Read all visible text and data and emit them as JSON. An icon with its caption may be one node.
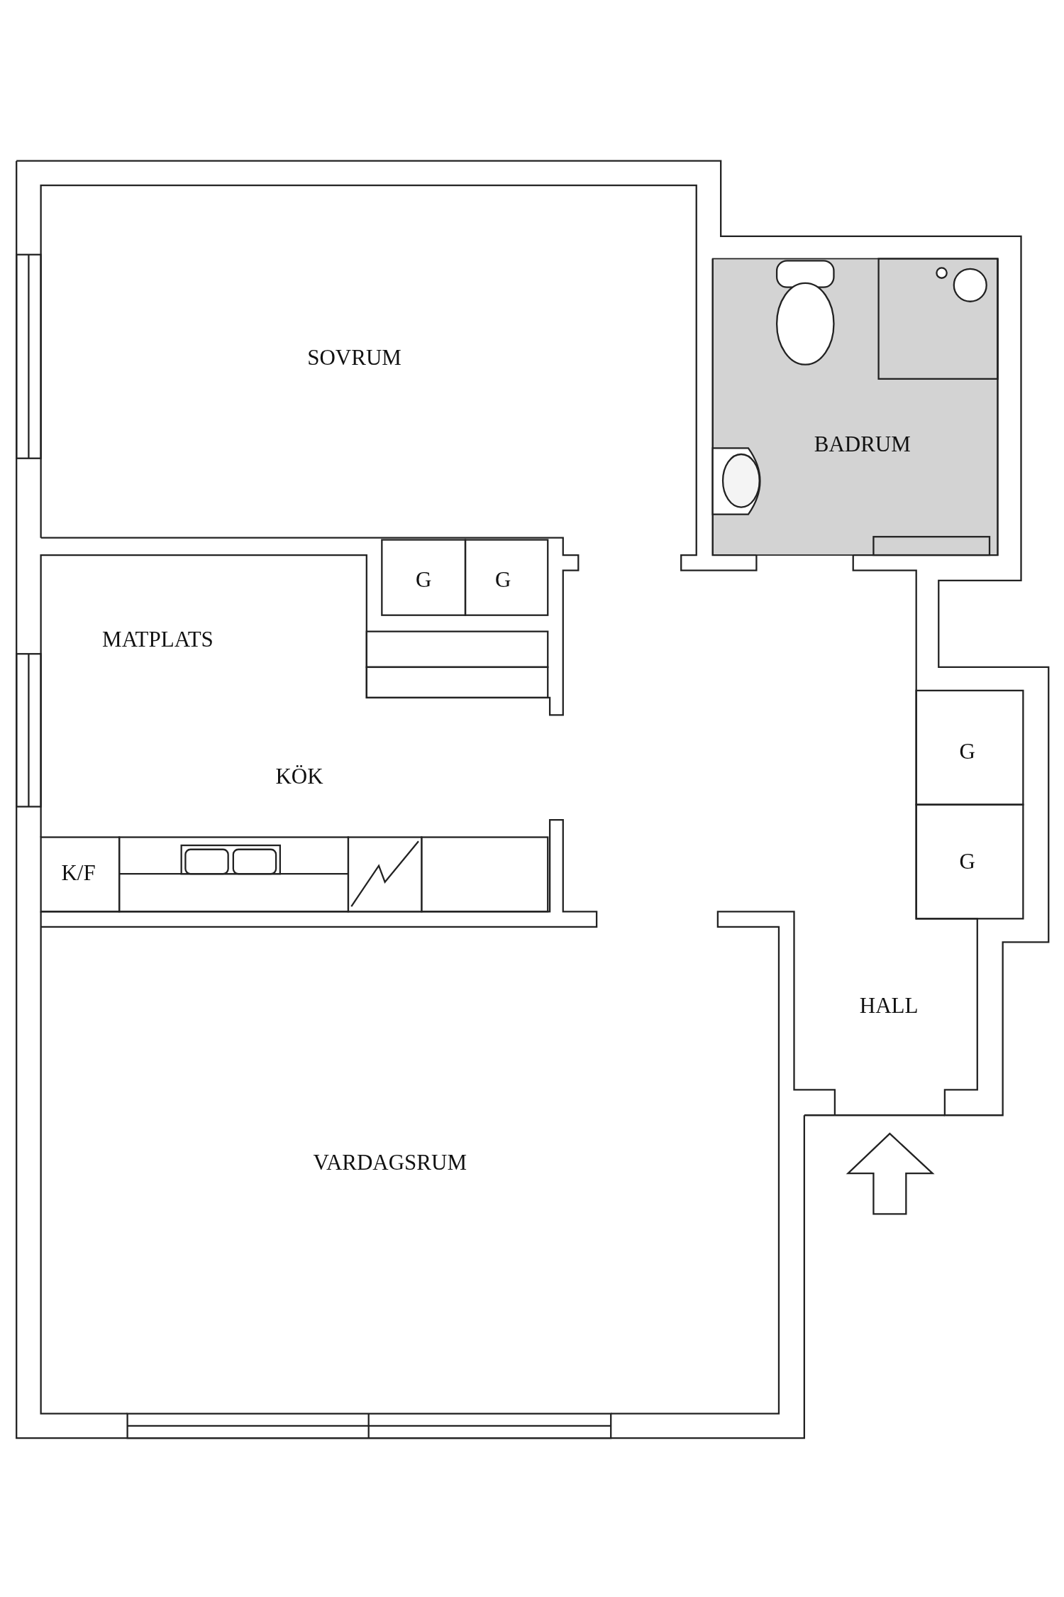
{
  "diagram": {
    "labels": [
      "SOVRUM",
      "BADRUM",
      "G",
      "G",
      "MATPLATS",
      "KÖK",
      "G",
      "K/F",
      "G",
      "HALL",
      "VARDAGSRUM"
    ]
  }
}
